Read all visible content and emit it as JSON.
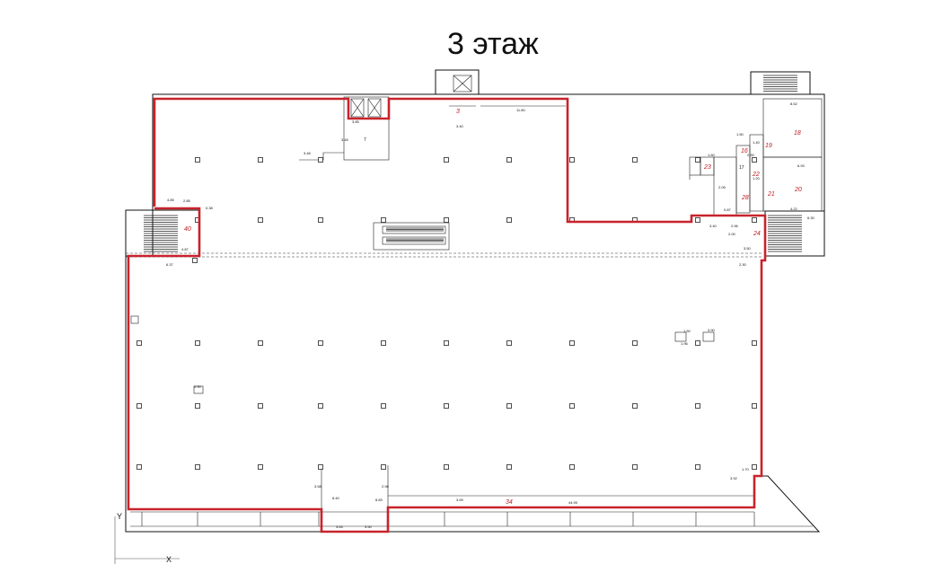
{
  "title": "3 этаж",
  "colors": {
    "boundary": "#c8232c",
    "wall": "#111111",
    "background": "#ffffff"
  },
  "rooms": [
    "3",
    "7",
    "18",
    "19",
    "20",
    "21",
    "17",
    "28",
    "22",
    "16",
    "23",
    "24",
    "34",
    "40"
  ],
  "dims": [
    "11.80",
    "3.85",
    "3.40",
    "3.50",
    "4.87",
    "6.37",
    "0.38",
    "1.60",
    "1.40",
    "1.20",
    "2.30",
    "2.96",
    "8.52",
    "4.22",
    "2.05",
    "3.40",
    "0.87",
    "1.50",
    "0.90",
    "2.85",
    "6.30",
    "1.70",
    "2.30",
    "3.64",
    "3.50",
    "4.85",
    "6.93",
    "3.92",
    "3.58",
    "2.98",
    "3.90",
    "1.96",
    "3.48",
    "44.90",
    "1.50",
    "3.45",
    "2.00",
    "8.40",
    "8.83",
    "3.69"
  ],
  "axis_labels": {
    "y": "Y",
    "x": "X"
  }
}
